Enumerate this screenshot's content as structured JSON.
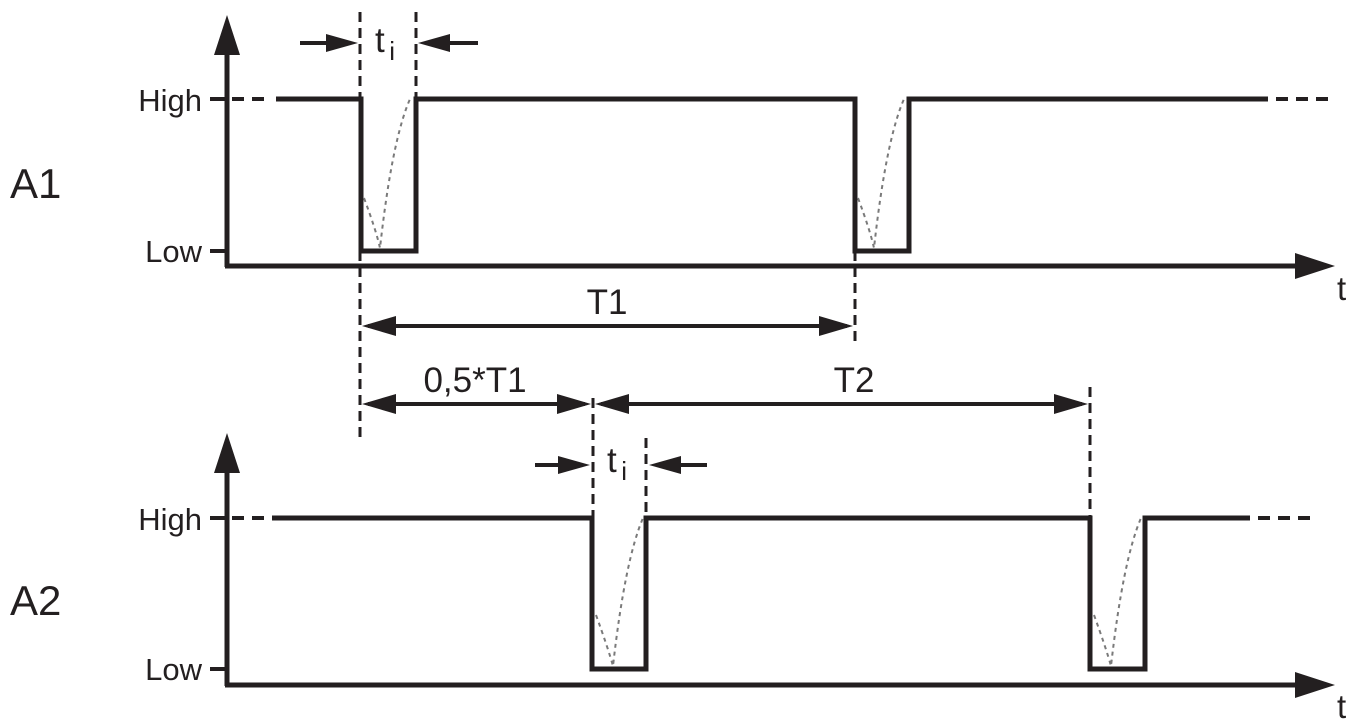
{
  "signals": [
    {
      "name": "A1",
      "high_label": "High",
      "low_label": "Low",
      "axis_label": "t",
      "pulse_width_label": {
        "main": "t",
        "sub": "i"
      }
    },
    {
      "name": "A2",
      "high_label": "High",
      "low_label": "Low",
      "axis_label": "t",
      "pulse_width_label": {
        "main": "t",
        "sub": "i"
      }
    }
  ],
  "intervals": {
    "period_a1": "T1",
    "offset": "0,5*T1",
    "period_a2": "T2"
  },
  "colors": {
    "line": "#231f20",
    "transition_dotted": "#7a7a7a",
    "background": "#ffffff"
  }
}
